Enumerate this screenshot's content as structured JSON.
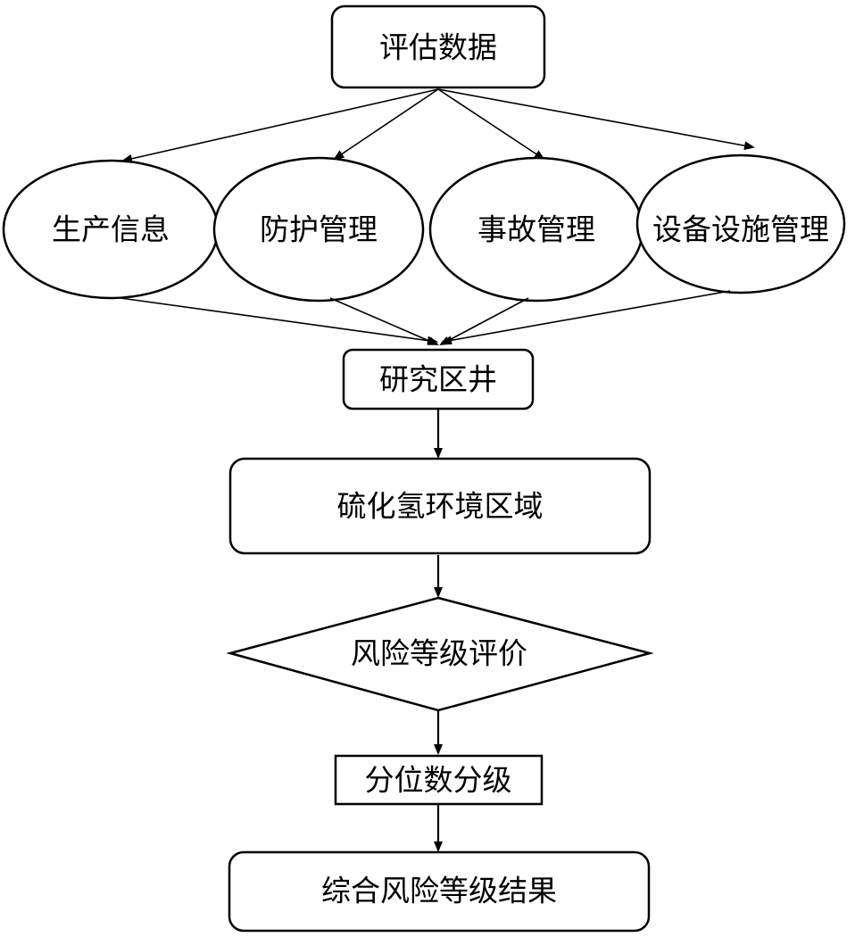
{
  "top_node": {
    "label": "评估数据"
  },
  "categories": [
    {
      "label": "生产信息"
    },
    {
      "label": "防护管理"
    },
    {
      "label": "事故管理"
    },
    {
      "label": "设备设施管理"
    }
  ],
  "steps": {
    "study_wells": "研究区井",
    "h2s_area": "硫化氢环境区域",
    "risk_evaluation": "风险等级评价",
    "quantile_grading": "分位数分级",
    "final_result": "综合风险等级结果"
  }
}
